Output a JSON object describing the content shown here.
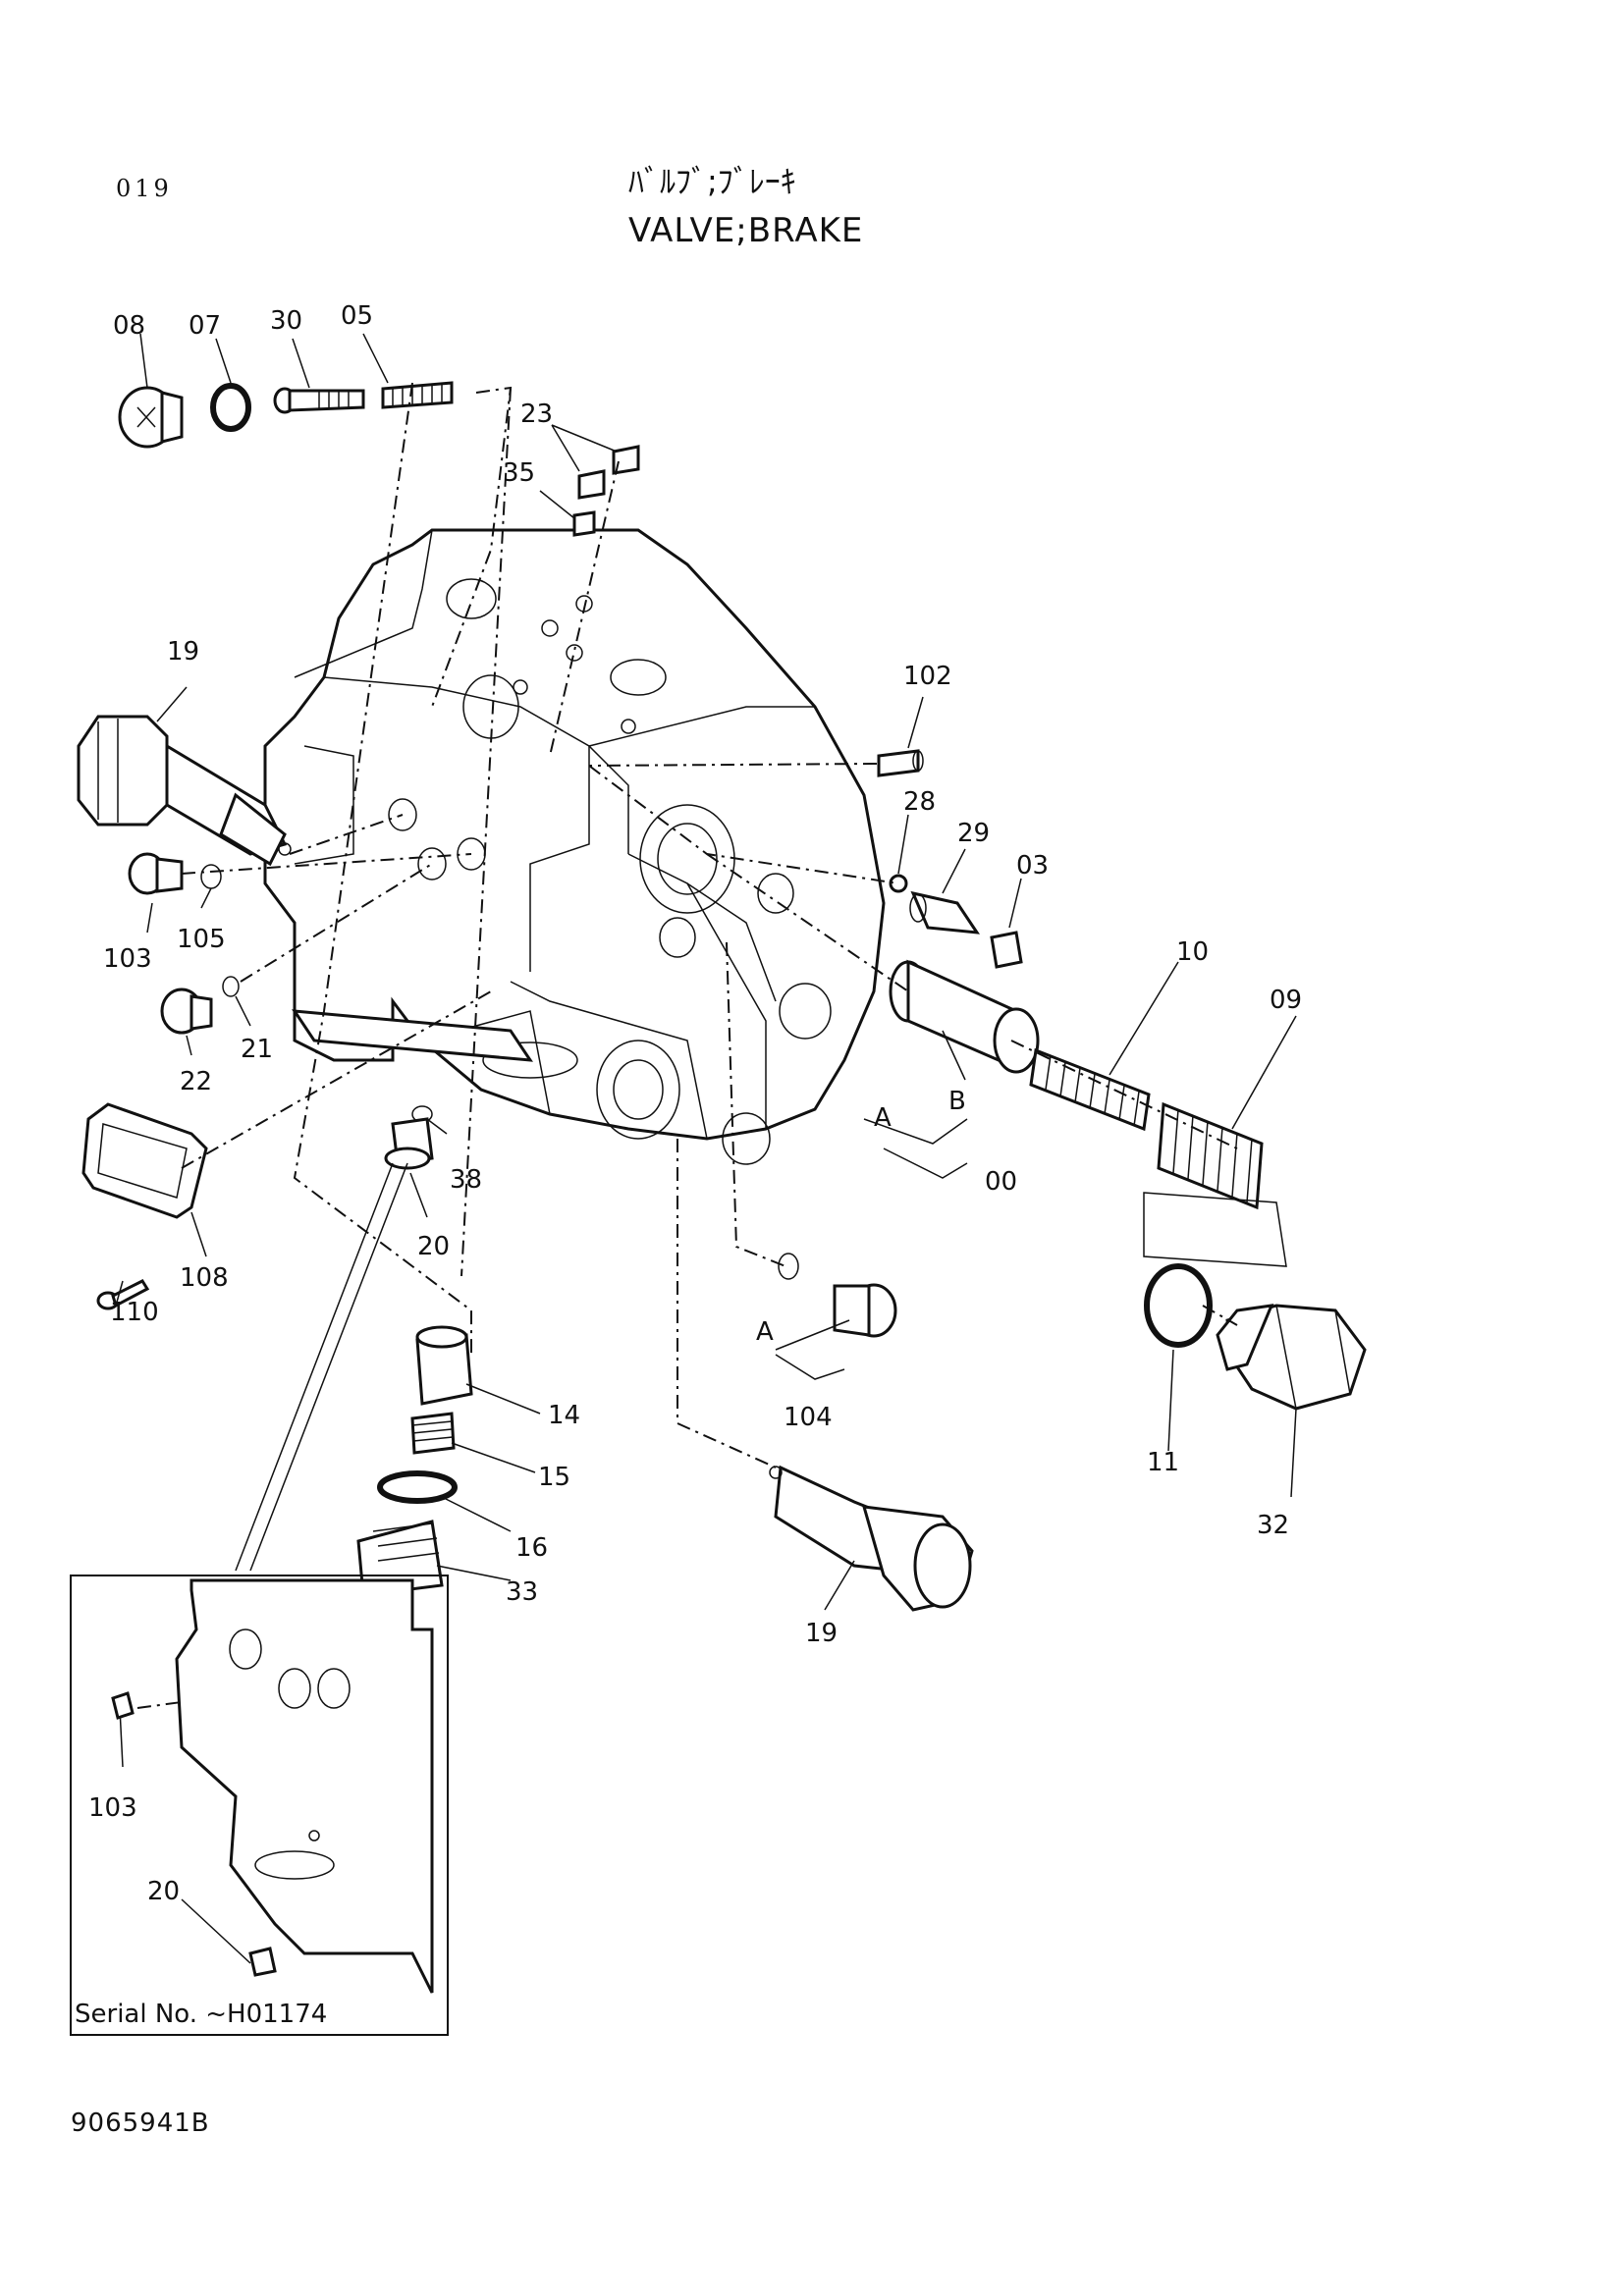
{
  "header": {
    "page_number": "019",
    "title_jp": "ﾊﾞﾙﾌﾞ;ﾌﾞﾚｰｷ",
    "title_en": "VALVE;BRAKE"
  },
  "labels": {
    "p08": "08",
    "p07": "07",
    "p30": "30",
    "p05": "05",
    "p23": "23",
    "p35": "35",
    "p19a": "19",
    "p102": "102",
    "p28": "28",
    "p29": "29",
    "p03": "03",
    "p103a": "103",
    "p105": "105",
    "p10": "10",
    "p09": "09",
    "p22": "22",
    "p21": "21",
    "pB": "B",
    "pA1": "A",
    "p00": "00",
    "p38": "38",
    "p20a": "20",
    "p108": "108",
    "p110": "110",
    "pA2": "A",
    "p104": "104",
    "p14": "14",
    "p15": "15",
    "p16": "16",
    "p33": "33",
    "p11": "11",
    "p32": "32",
    "p19b": "19",
    "p103b": "103",
    "p20b": "20"
  },
  "inset": {
    "serial_label": "Serial No. ~H01174"
  },
  "footer": {
    "drawing_number": "9065941B"
  }
}
